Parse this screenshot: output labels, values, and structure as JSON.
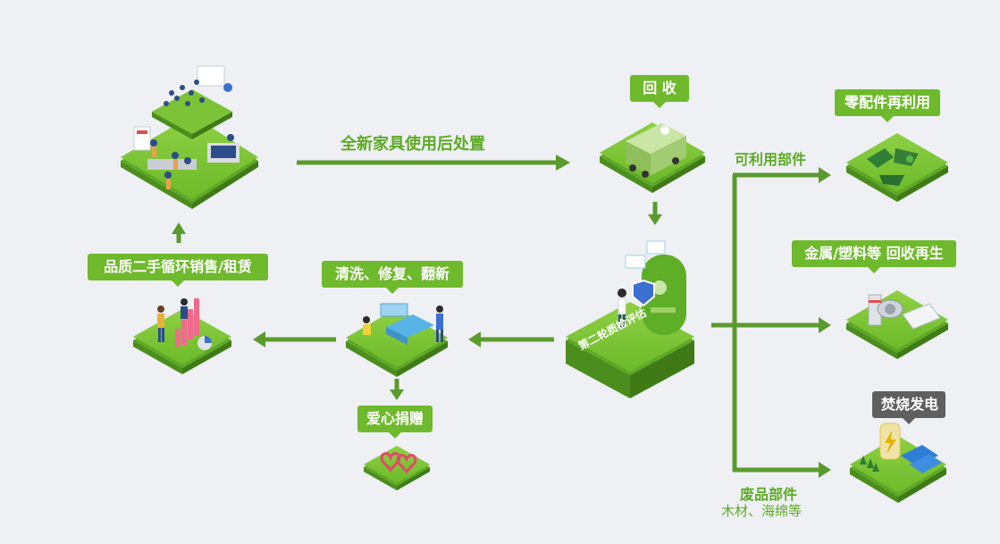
{
  "labels": {
    "recycle": "回 收",
    "reuse_parts": "零配件再利用",
    "metal_plastic": "金属/塑料等 回收再生",
    "incineration": "焚烧发电",
    "second_hand": "品质二手循环销售/租赁",
    "clean_repair": "清洗、修复、翻新",
    "donation": "爱心捐赠"
  },
  "flow": {
    "after_use": "全新家具使用后处置",
    "usable_parts": "可利用部件",
    "waste_parts": "废品部件",
    "waste_detail": "木材、海绵等"
  },
  "platform": {
    "sign": "第二轮质检评估"
  },
  "colors": {
    "green": "#6fb92c",
    "arrow": "#5b9a2d",
    "dark_label": "#5f5f5f"
  }
}
